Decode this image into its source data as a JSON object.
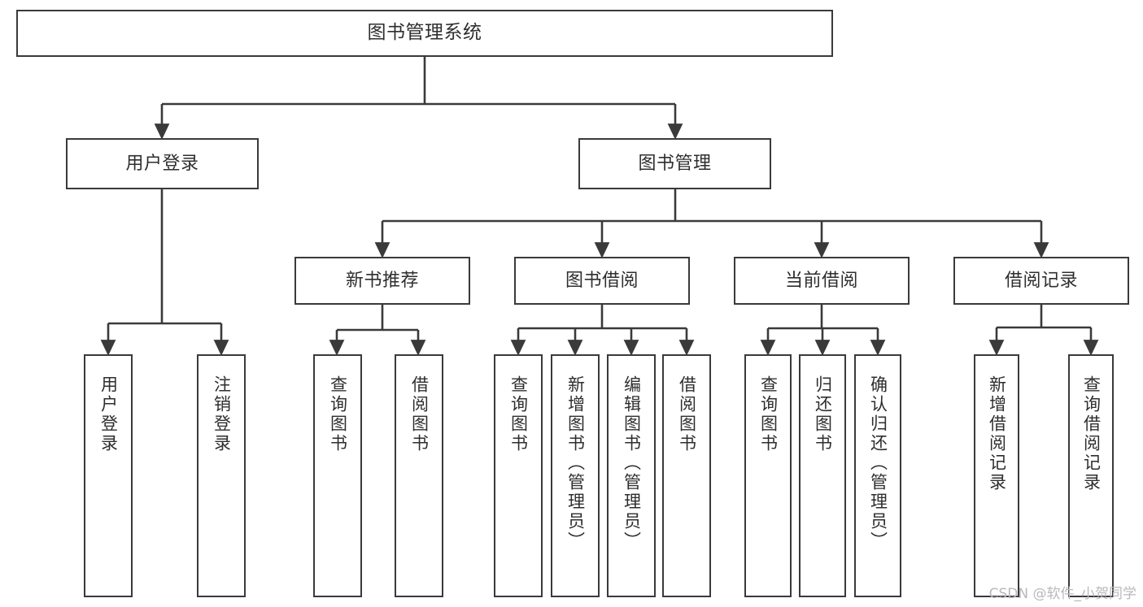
{
  "diagram": {
    "type": "tree-hierarchy-chart",
    "title": "图书管理系统",
    "watermark": "CSDN @软件_小贺同学",
    "colors": {
      "stroke": "#3a3a3a",
      "fill": "#ffffff",
      "text": "#2e2e2e",
      "watermark": "#b9b9b9"
    },
    "nodes": {
      "root": {
        "label": "图书管理系统"
      },
      "level2": [
        {
          "label": "用户登录"
        },
        {
          "label": "图书管理"
        }
      ],
      "level3": [
        {
          "label": "新书推荐"
        },
        {
          "label": "图书借阅"
        },
        {
          "label": "当前借阅"
        },
        {
          "label": "借阅记录"
        }
      ],
      "leaves": {
        "user_login": [
          {
            "label": "用户登录"
          },
          {
            "label": "注销登录"
          }
        ],
        "new_book_recommend": [
          {
            "label": "查询图书"
          },
          {
            "label": "借阅图书"
          }
        ],
        "book_borrow": [
          {
            "label": "查询图书"
          },
          {
            "label": "新增图书（管理员）"
          },
          {
            "label": "编辑图书（管理员）"
          },
          {
            "label": "借阅图书"
          }
        ],
        "current_borrow": [
          {
            "label": "查询图书"
          },
          {
            "label": "归还图书"
          },
          {
            "label": "确认归还（管理员）"
          }
        ],
        "borrow_record": [
          {
            "label": "新增借阅记录"
          },
          {
            "label": "查询借阅记录"
          }
        ]
      }
    }
  }
}
